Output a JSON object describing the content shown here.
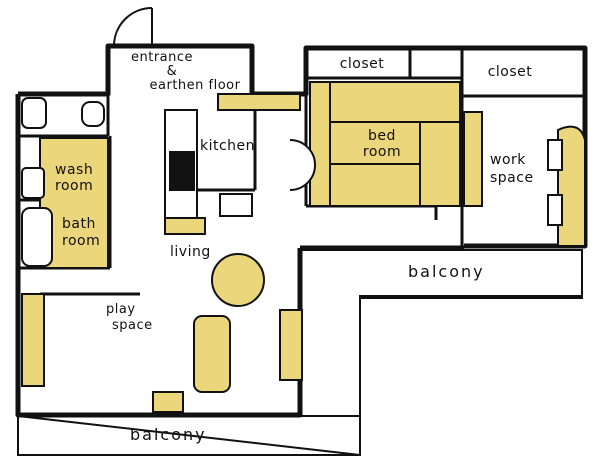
{
  "rooms": {
    "entrance_line1": "entrance",
    "entrance_amp": "&",
    "entrance_line2": "earthen floor",
    "closet_left": "closet",
    "closet_right": "closet",
    "bed_line1": "bed",
    "bed_line2": "room",
    "kitchen": "kitchen",
    "work_line1": "work",
    "work_line2": "space",
    "wash_line1": "wash",
    "wash_line2": "room",
    "bath_line1": "bath",
    "bath_line2": "room",
    "living": "living",
    "play_line1": "play",
    "play_line2": "space",
    "balcony_right": "balcony",
    "balcony_bottom": "balcony"
  },
  "colors": {
    "accent_yellow": "#ecd67c",
    "wall": "#111111",
    "background": "#ffffff"
  }
}
